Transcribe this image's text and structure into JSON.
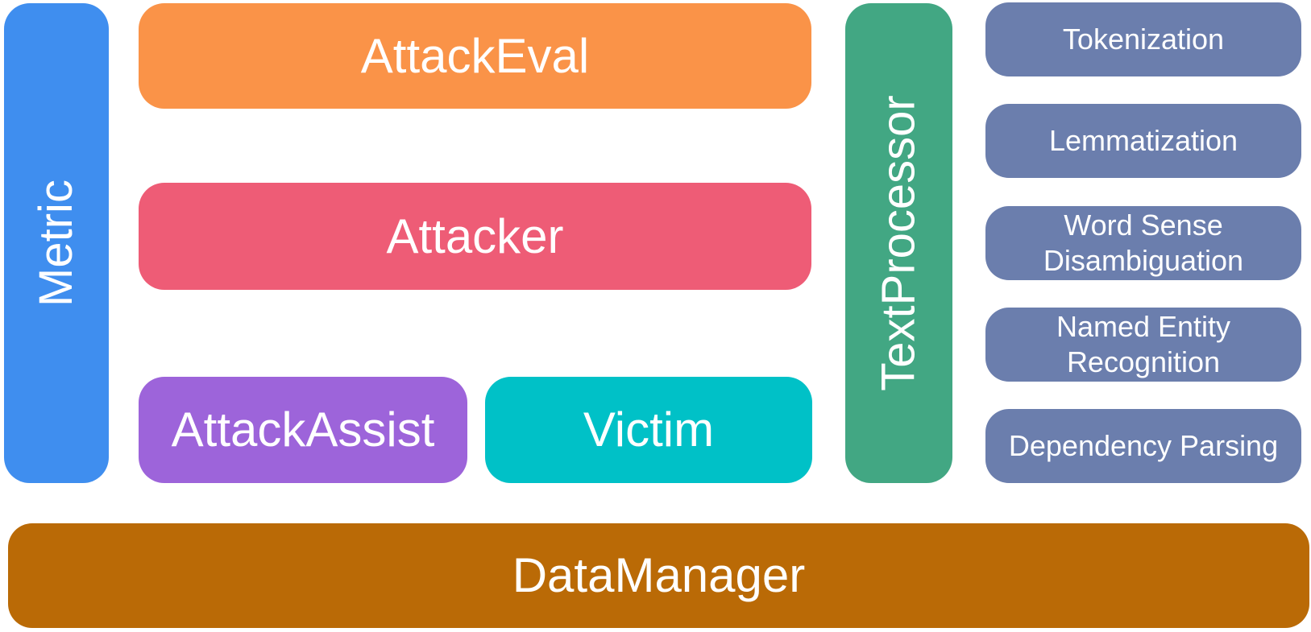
{
  "page": {
    "background_color": "#FFFFFF",
    "text_color": "#FFFFFF"
  },
  "blocks": {
    "metric": {
      "label": "Metric",
      "color": "#3F8EEF"
    },
    "attack_eval": {
      "label": "AttackEval",
      "color": "#FA9348"
    },
    "attacker": {
      "label": "Attacker",
      "color": "#EE5C76"
    },
    "attack_assist": {
      "label": "AttackAssist",
      "color": "#9D64DA"
    },
    "victim": {
      "label": "Victim",
      "color": "#00C1C7"
    },
    "text_processor": {
      "label": "TextProcessor",
      "color": "#42A783",
      "components_color": "#6B7EAD",
      "components": [
        {
          "label": "Tokenization"
        },
        {
          "label": "Lemmatization"
        },
        {
          "label": "Word Sense Disambiguation"
        },
        {
          "label": "Named Entity Recognition"
        },
        {
          "label": "Dependency Parsing"
        }
      ]
    },
    "data_manager": {
      "label": "DataManager",
      "color": "#BA6A06"
    }
  }
}
